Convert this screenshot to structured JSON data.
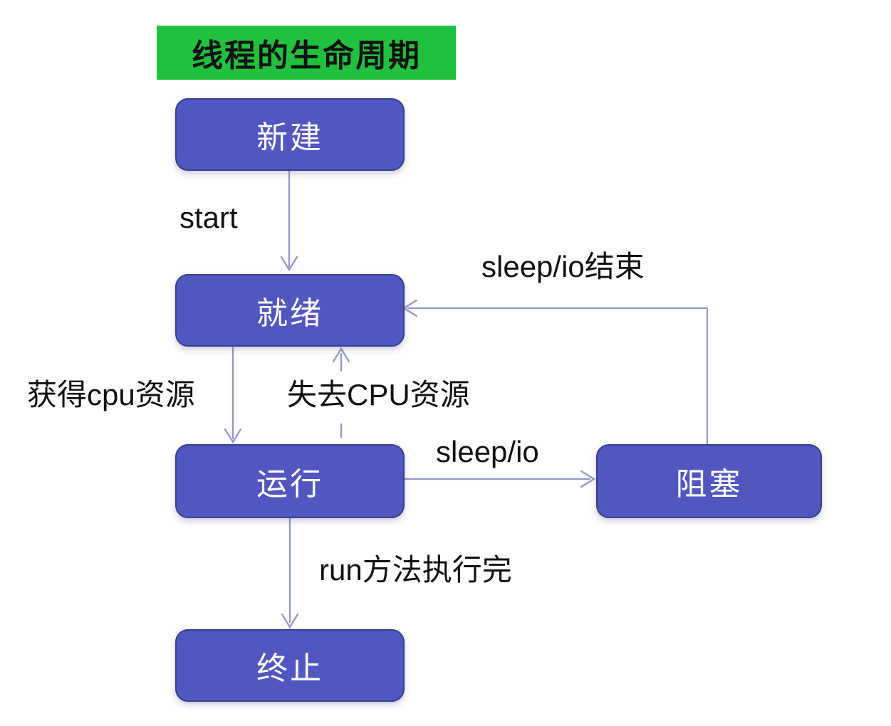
{
  "title": {
    "text": "线程的生命周期"
  },
  "diagram": {
    "nodes": [
      {
        "id": "new",
        "label": "新建"
      },
      {
        "id": "ready",
        "label": "就绪"
      },
      {
        "id": "running",
        "label": "运行"
      },
      {
        "id": "blocked",
        "label": "阻塞"
      },
      {
        "id": "terminated",
        "label": "终止"
      }
    ],
    "edges": [
      {
        "from": "new",
        "to": "ready",
        "label": "start",
        "style": "solid"
      },
      {
        "from": "ready",
        "to": "running",
        "label": "获得cpu资源",
        "style": "solid"
      },
      {
        "from": "running",
        "to": "ready",
        "label": "失去CPU资源",
        "style": "dashed"
      },
      {
        "from": "running",
        "to": "blocked",
        "label": "sleep/io",
        "style": "solid"
      },
      {
        "from": "blocked",
        "to": "ready",
        "label": "sleep/io结束",
        "style": "solid"
      },
      {
        "from": "running",
        "to": "terminated",
        "label": "run方法执行完",
        "style": "solid"
      }
    ]
  },
  "colors": {
    "background": "#ffffff",
    "node_fill": "#5156c0",
    "node_border": "#3a3d8e",
    "node_text": "#ffffff",
    "title_bg": "#20c13e",
    "title_text": "#111111",
    "edge_stroke": "#9598cd",
    "label_text": "#111111"
  }
}
